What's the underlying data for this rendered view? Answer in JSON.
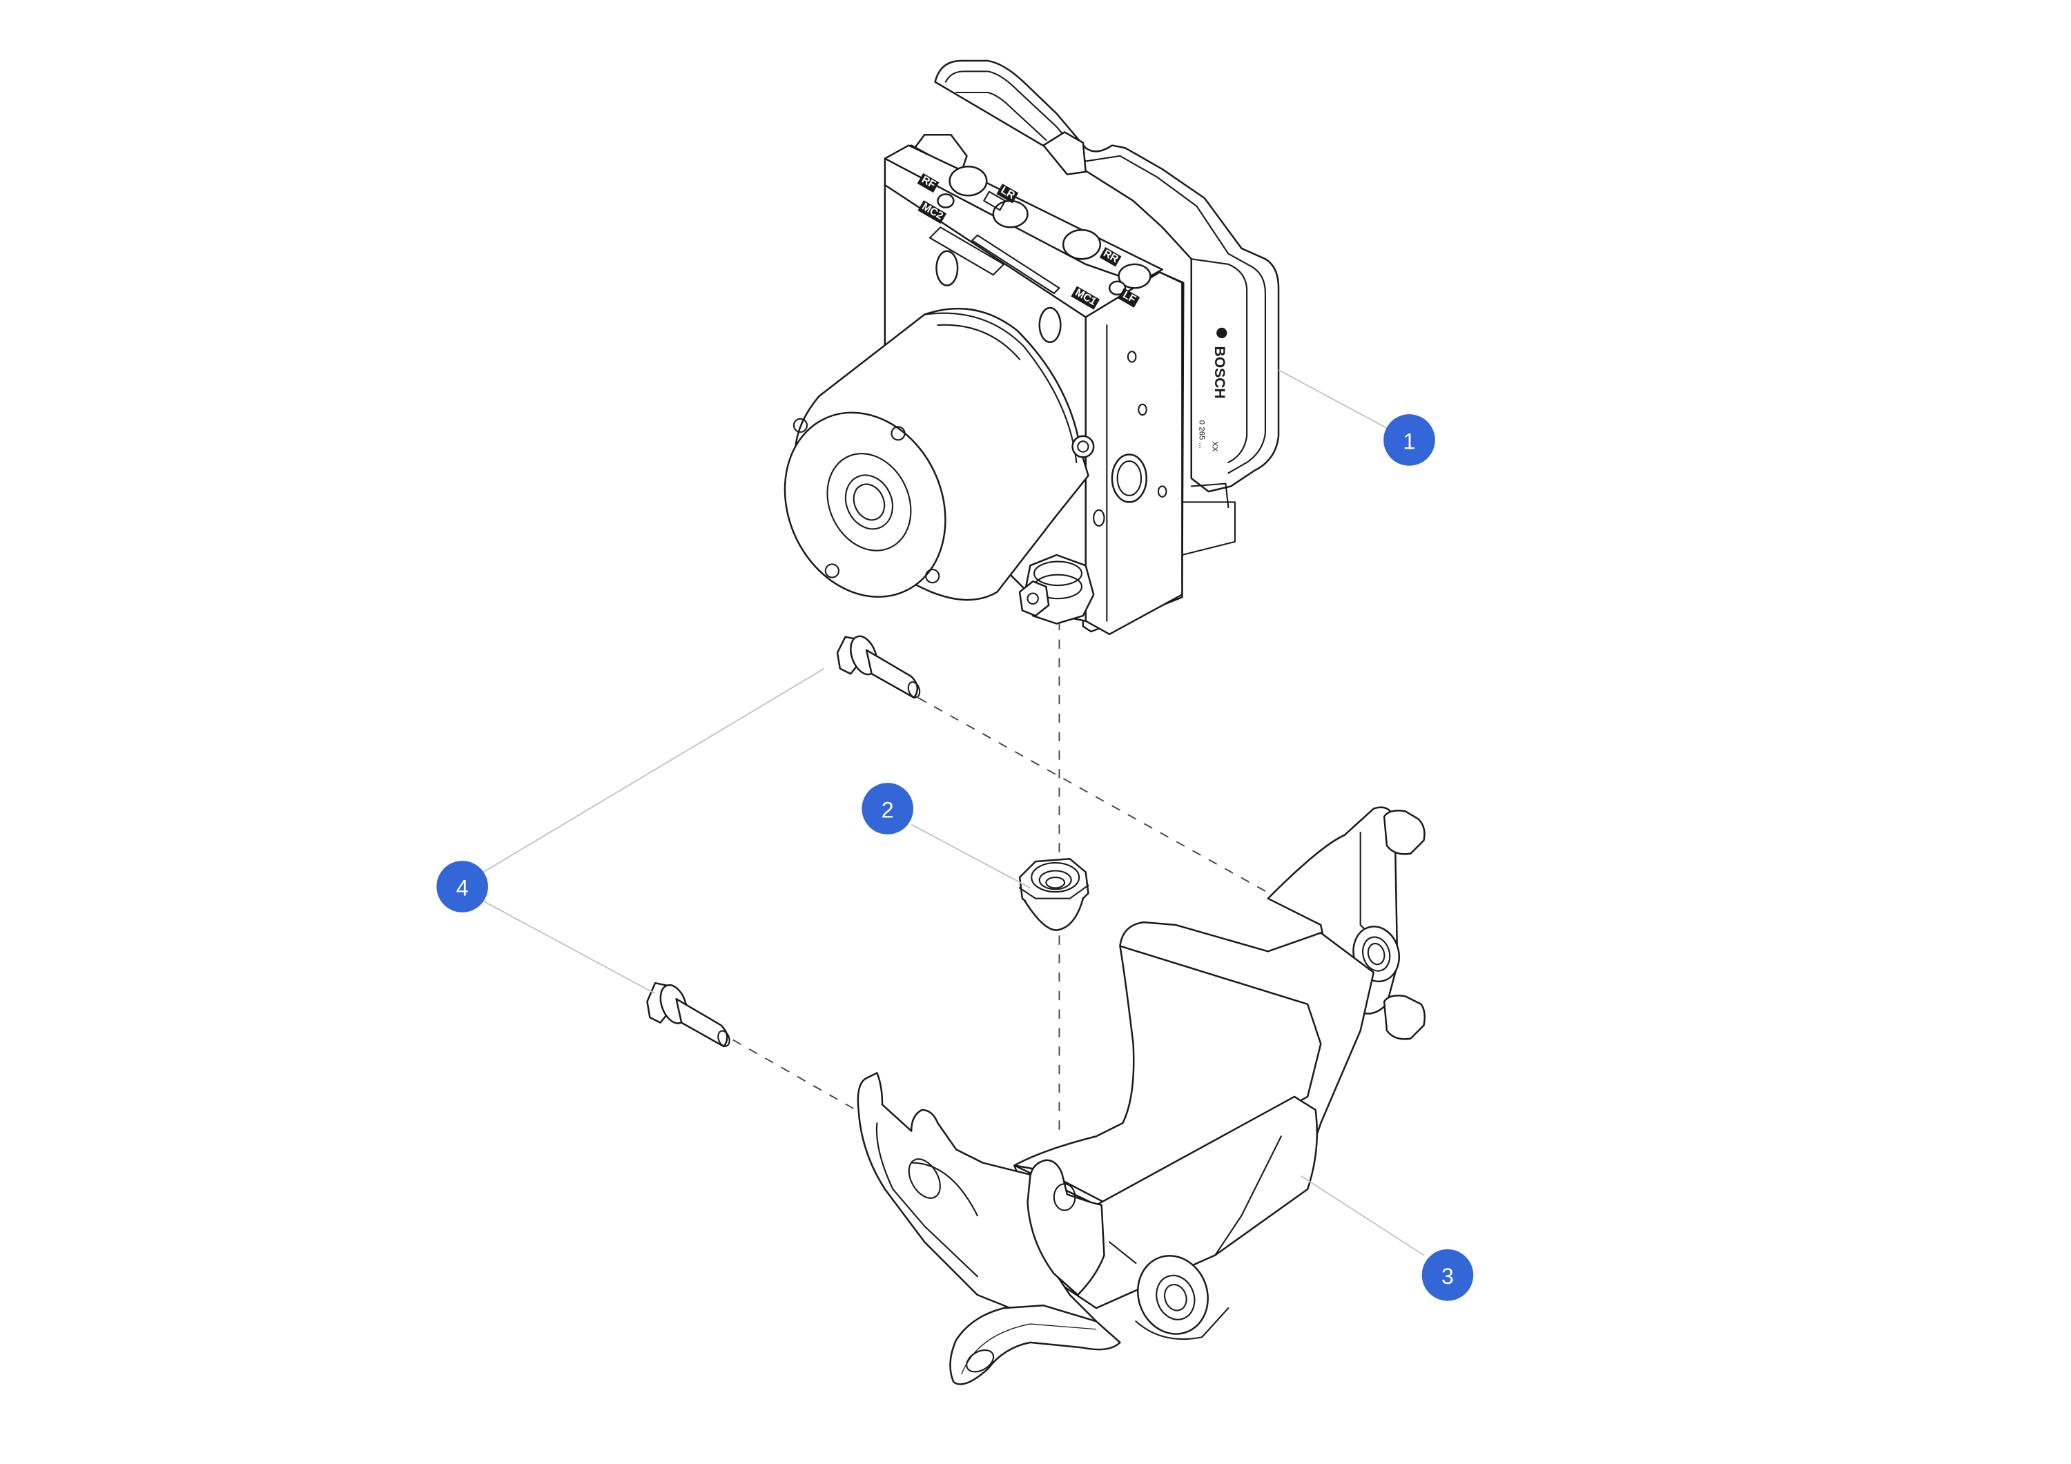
{
  "diagram": {
    "type": "exploded-view",
    "subject": "ABS hydraulic modulator assembly with mounting bracket",
    "colors": {
      "callout_fill": "#3366d6",
      "callout_text": "#ffffff",
      "line_art": "#1a1a1a",
      "leader_line": "#c4c4c4",
      "background": "#ffffff"
    },
    "callouts": [
      {
        "id": "1",
        "label": "1",
        "part": "ABS modulator unit"
      },
      {
        "id": "2",
        "label": "2",
        "part": "grommet / isolator nut"
      },
      {
        "id": "3",
        "label": "3",
        "part": "mounting bracket"
      },
      {
        "id": "4",
        "label": "4",
        "part": "flange bolts (x2)"
      }
    ],
    "port_labels": [
      "RF",
      "LR",
      "MC2",
      "RR",
      "MC1",
      "LF"
    ],
    "brand_text": "BOSCH",
    "part_number_text": "0 265 ...",
    "part_number_suffix": "XX"
  }
}
